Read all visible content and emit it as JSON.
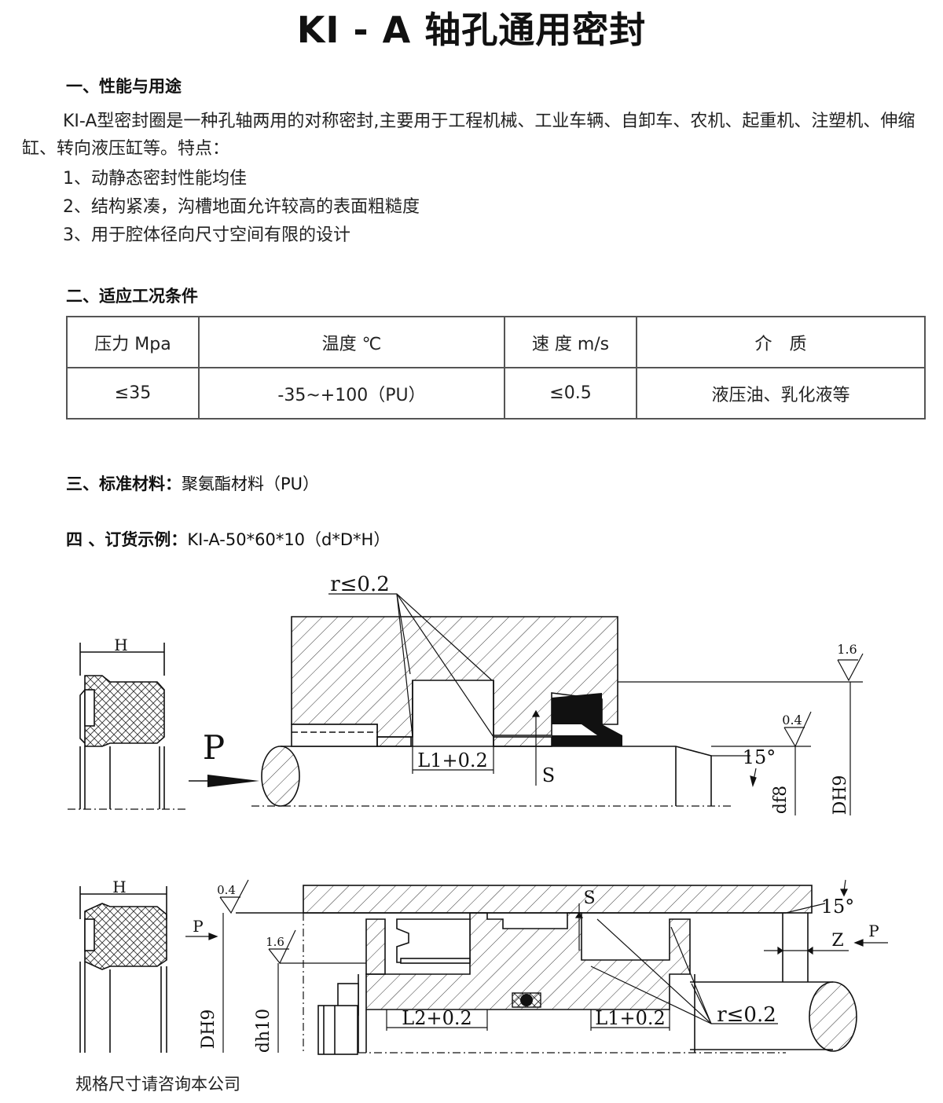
{
  "title": "KI - A 轴孔通用密封",
  "section1": {
    "heading": "一、性能与用途",
    "paragraph": "KI-A型密封圈是一种孔轴两用的对称密封,主要用于工程机械、工业车辆、自卸车、农机、起重机、注塑机、伸缩缸、转向液压缸等。特点：",
    "features": [
      "1、动静态密封性能均佳",
      "2、结构紧凑，沟槽地面允许较高的表面粗糙度",
      "3、用于腔体径向尺寸空间有限的设计"
    ]
  },
  "section2": {
    "heading": "二、适应工况条件",
    "headers": [
      "压力 Mpa",
      "温度 ℃",
      "速 度 m/s",
      "介　质"
    ],
    "row": [
      "≤35",
      "-35~+100（PU）",
      "≤0.5",
      "液压油、乳化液等"
    ]
  },
  "section3": {
    "heading": "三、标准材料：",
    "value": "聚氨酯材料（PU）"
  },
  "section4": {
    "heading": "四 、订货示例：",
    "value": "KI-A-50*60*10（d*D*H）"
  },
  "drawing": {
    "top": {
      "r_label": "r≤0.2",
      "h_label": "H",
      "p_label": "P",
      "l1_label": "L1+0.2",
      "s_label": "S",
      "rough_16": "1.6",
      "rough_04": "0.4",
      "angle": "15°",
      "df8": "df8",
      "dh9": "DH9"
    },
    "bottom": {
      "h_label": "H",
      "p_left": "P",
      "p_right": "P",
      "rough_04": "0.4",
      "rough_16": "1.6",
      "s_label": "S",
      "angle": "15°",
      "z_label": "Z",
      "dh9": "DH9",
      "dh10": "dh10",
      "l2_label": "L2+0.2",
      "l1_label": "L1+0.2",
      "r_label": "r≤0.2"
    }
  },
  "footer": "规格尺寸请咨询本公司"
}
